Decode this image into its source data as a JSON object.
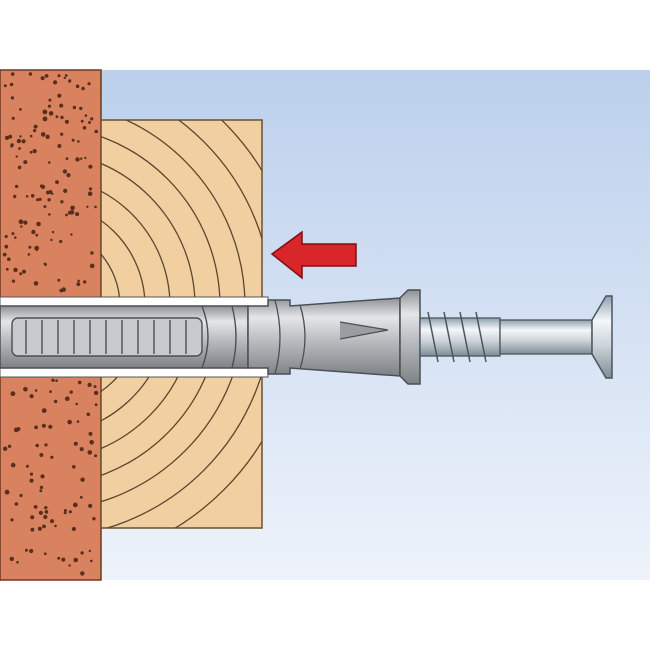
{
  "diagram": {
    "description_visible_text": "",
    "parts": {
      "wall": {
        "material": "brick",
        "color": "#d9825f"
      },
      "timber": {
        "material": "wood",
        "color": "#f2cfa0"
      },
      "background": {
        "color_top": "#bcd0ec",
        "color_bottom": "#eef3fb"
      },
      "anchor_sleeve": {
        "material": "nylon",
        "color": "#b9bcbf"
      },
      "screw": {
        "material": "steel",
        "color": "#d8dde2"
      }
    },
    "arrow": {
      "direction": "left",
      "color": "#d9262b"
    }
  }
}
